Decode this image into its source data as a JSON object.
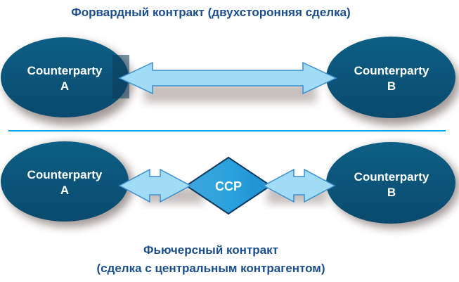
{
  "colors": {
    "title_text": "#1b4e8c",
    "node_fill": "#0a5578",
    "node_fill_dark": "#0b3a5a",
    "arrow_fill": "#a0dcf6",
    "arrow_stroke": "#3c8fd0",
    "ccp_fill": "#2aa2dc",
    "ccp_stroke": "#0e3a62",
    "divider": "#00a8e6"
  },
  "top_section": {
    "title": "Форвардный контракт (двухсторонняя сделка)",
    "left_node": {
      "line1": "Counterparty",
      "line2": "A"
    },
    "right_node": {
      "line1": "Counterparty",
      "line2": "B"
    },
    "connector": "double-arrow-icon"
  },
  "bottom_section": {
    "title_line1": "Фьючерсный контракт",
    "title_line2": "(сделка с центральным контрагентом)",
    "left_node": {
      "line1": "Counterparty",
      "line2": "A"
    },
    "right_node": {
      "line1": "Counterparty",
      "line2": "B"
    },
    "center_node": {
      "label": "CCP"
    },
    "connectors": [
      "double-arrow-icon",
      "double-arrow-icon"
    ]
  }
}
